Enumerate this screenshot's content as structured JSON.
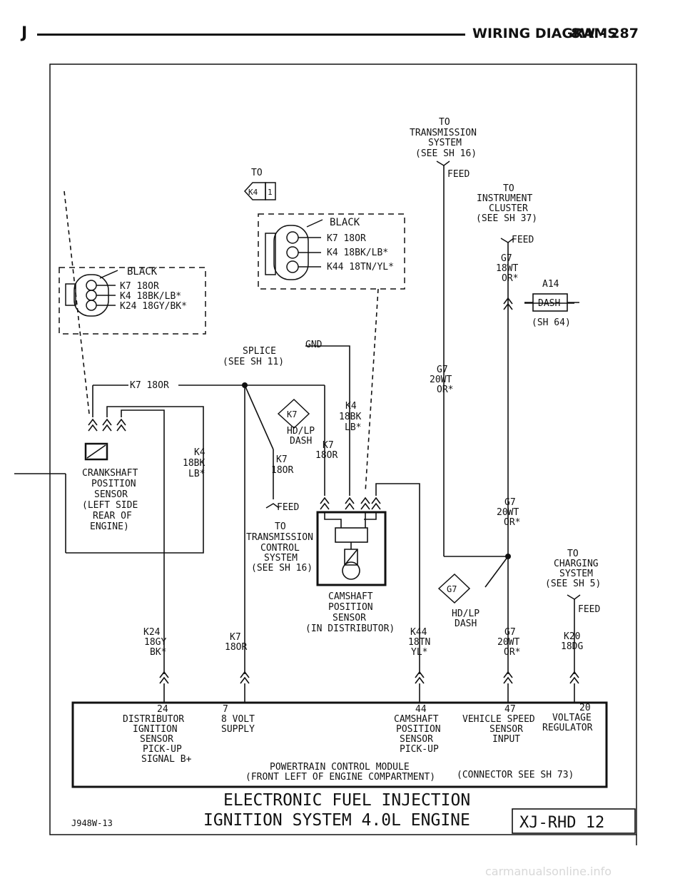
{
  "header": {
    "section_letter": "J",
    "title": "WIRING DIAGRAMS",
    "page": "8W - 287"
  },
  "diagram": {
    "crank_connector": {
      "color_label": "BLACK",
      "pins": [
        "K7 18OR",
        "K4 18BK/LB*",
        "K24 18GY/BK*"
      ]
    },
    "cam_connector": {
      "color_label": "BLACK",
      "pins": [
        "K7 18OR",
        "K4 18BK/LB*",
        "K44 18TN/YL*"
      ]
    },
    "splice_k4": {
      "tag": "K4",
      "pin": "1",
      "lines": [
        "SPLICE",
        "(SEE SH 11)"
      ]
    },
    "gnd_label": "GND",
    "k7_bus_label": "K7 18OR",
    "splice_k7": {
      "tag": "K7",
      "lines": [
        "HD/LP",
        "DASH"
      ]
    },
    "splice_g7": {
      "tag": "G7",
      "lines": [
        "HD/LP",
        "DASH"
      ]
    },
    "crank_sensor": [
      "CRANKSHAFT",
      "POSITION",
      "SENSOR",
      "(LEFT SIDE",
      "REAR OF",
      "ENGINE)"
    ],
    "cam_sensor": [
      "CAMSHAFT",
      "POSITION",
      "SENSOR",
      "(IN DISTRIBUTOR)"
    ],
    "to_transmission_top": [
      "TO",
      "TRANSMISSION",
      "SYSTEM",
      "(SEE SH 16)"
    ],
    "to_instrument_cluster": [
      "TO",
      "INSTRUMENT",
      "CLUSTER",
      "(SEE SH 37)"
    ],
    "to_transmission_control": [
      "TO",
      "TRANSMISSION",
      "CONTROL",
      "SYSTEM",
      "(SEE SH 16)"
    ],
    "to_charging": [
      "TO",
      "CHARGING",
      "SYSTEM",
      "(SEE SH 5)"
    ],
    "feed_label": "FEED",
    "fuse": {
      "name": "A14",
      "label": "DASH",
      "ref": "(SH 64)"
    },
    "wires": {
      "k4_crank": [
        "K4",
        "18BK",
        "LB*"
      ],
      "k4_right": [
        "K4",
        "18BK",
        "LB*"
      ],
      "k7_mid": [
        "K7",
        "18OR"
      ],
      "k7_right": [
        "K7",
        "18OR"
      ],
      "g7_top": [
        "G7",
        "18WT",
        "OR*"
      ],
      "g7_mid": [
        "G7",
        "20WT",
        "OR*"
      ],
      "g7_lower": [
        "G7",
        "20WT",
        "OR*"
      ],
      "g7_bottom": [
        "G7",
        "20WT",
        "OR*"
      ],
      "k24": [
        "K24",
        "18GY",
        "BK*"
      ],
      "k7_bottom": [
        "K7",
        "18OR"
      ],
      "k44": [
        "K44",
        "18TN",
        "YL*"
      ],
      "k20": [
        "K20",
        "18DG"
      ]
    },
    "pcm": {
      "pins": [
        {
          "number": "24",
          "lines": [
            "DISTRIBUTOR",
            "IGNITION",
            "SENSOR",
            "PICK-UP",
            "SIGNAL B+"
          ]
        },
        {
          "number": "7",
          "lines": [
            "8 VOLT",
            "SUPPLY"
          ]
        },
        {
          "number": "44",
          "lines": [
            "CAMSHAFT",
            "POSITION",
            "SENSOR",
            "PICK-UP"
          ]
        },
        {
          "number": "47",
          "lines": [
            "VEHICLE SPEED",
            "SENSOR",
            "INPUT"
          ]
        },
        {
          "number": "20",
          "lines": [
            "VOLTAGE",
            "REGULATOR"
          ]
        }
      ],
      "name_lines": [
        "POWERTRAIN CONTROL MODULE",
        "(FRONT LEFT OF ENGINE COMPARTMENT)"
      ],
      "connector_ref": "(CONNECTOR SEE SH 73)"
    },
    "footer": {
      "title_lines": [
        "ELECTRONIC FUEL INJECTION",
        "IGNITION SYSTEM 4.0L ENGINE"
      ],
      "figure_code": "J948W-13",
      "model_box": "XJ-RHD 12"
    }
  },
  "watermark": "carmanualsonline.info"
}
